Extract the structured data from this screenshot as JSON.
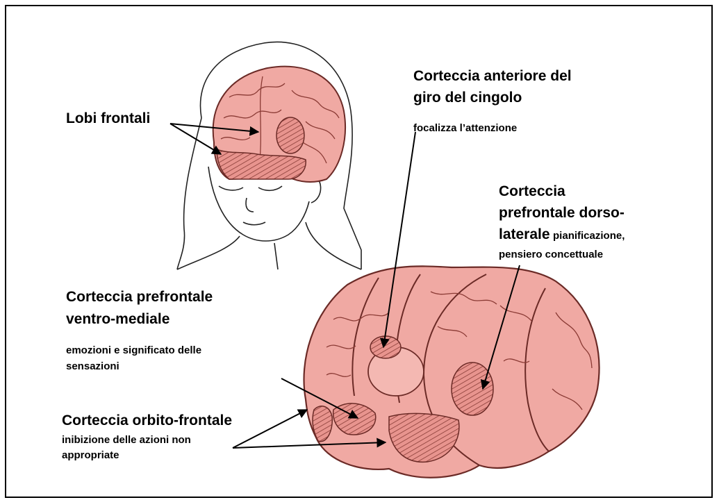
{
  "labels": {
    "lobi_frontali": "Lobi frontali",
    "acc_title_1": "Corteccia anteriore del",
    "acc_title_2": "giro del cingolo",
    "acc_desc": "focalizza l’attenzione",
    "dlpfc_title_1": "Corteccia",
    "dlpfc_title_2": "prefrontale dorso-",
    "dlpfc_title_3": "laterale",
    "dlpfc_desc_1": "pianificazione,",
    "dlpfc_desc_2": "pensiero concettuale",
    "vmpfc_title_1": "Corteccia prefrontale",
    "vmpfc_title_2": "ventro-mediale",
    "vmpfc_desc_1": "emozioni e significato delle",
    "vmpfc_desc_2": "sensazioni",
    "ofc_title": "Corteccia orbito-frontale",
    "ofc_desc_1": "inibizione delle azioni non",
    "ofc_desc_2": "appropriate"
  },
  "colors": {
    "brain_fill": "#f0a9a3",
    "brain_outline": "#6b2a26",
    "hatch": "#7a2f2a"
  }
}
